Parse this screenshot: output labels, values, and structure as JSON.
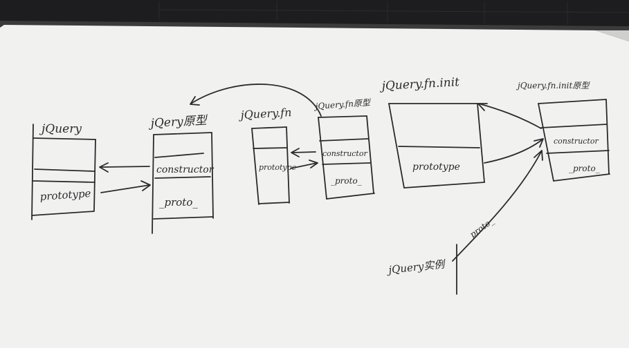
{
  "photo": {
    "description_type": "handwritten-diagram-photo",
    "colors": {
      "paper": "#f1f1ef",
      "ink": "#2a2a2e",
      "desk": "#3b3b3b",
      "keyboard": "#1d1d1f"
    }
  },
  "boxes": {
    "jquery": {
      "title": "jQuery",
      "slot": "prototype"
    },
    "jquery_proto": {
      "title": "jQery原型",
      "slot1": "constructor",
      "slot2": "_proto_"
    },
    "jquery_fn": {
      "title": "jQuery.fn",
      "slot": "prototype"
    },
    "jquery_fn_proto": {
      "title": "jQuery.fn原型",
      "slot1": "constructor",
      "slot2": "_proto_"
    },
    "jquery_fn_init": {
      "title": "jQuery.fn.init",
      "slot": "prototype"
    },
    "jquery_fn_init_proto": {
      "title": "jQuery.fn.init原型",
      "slot1": "constructor",
      "slot2": "_proto_"
    }
  },
  "instance": {
    "label": "jQuery实例",
    "arrow_label": "_proto_"
  }
}
